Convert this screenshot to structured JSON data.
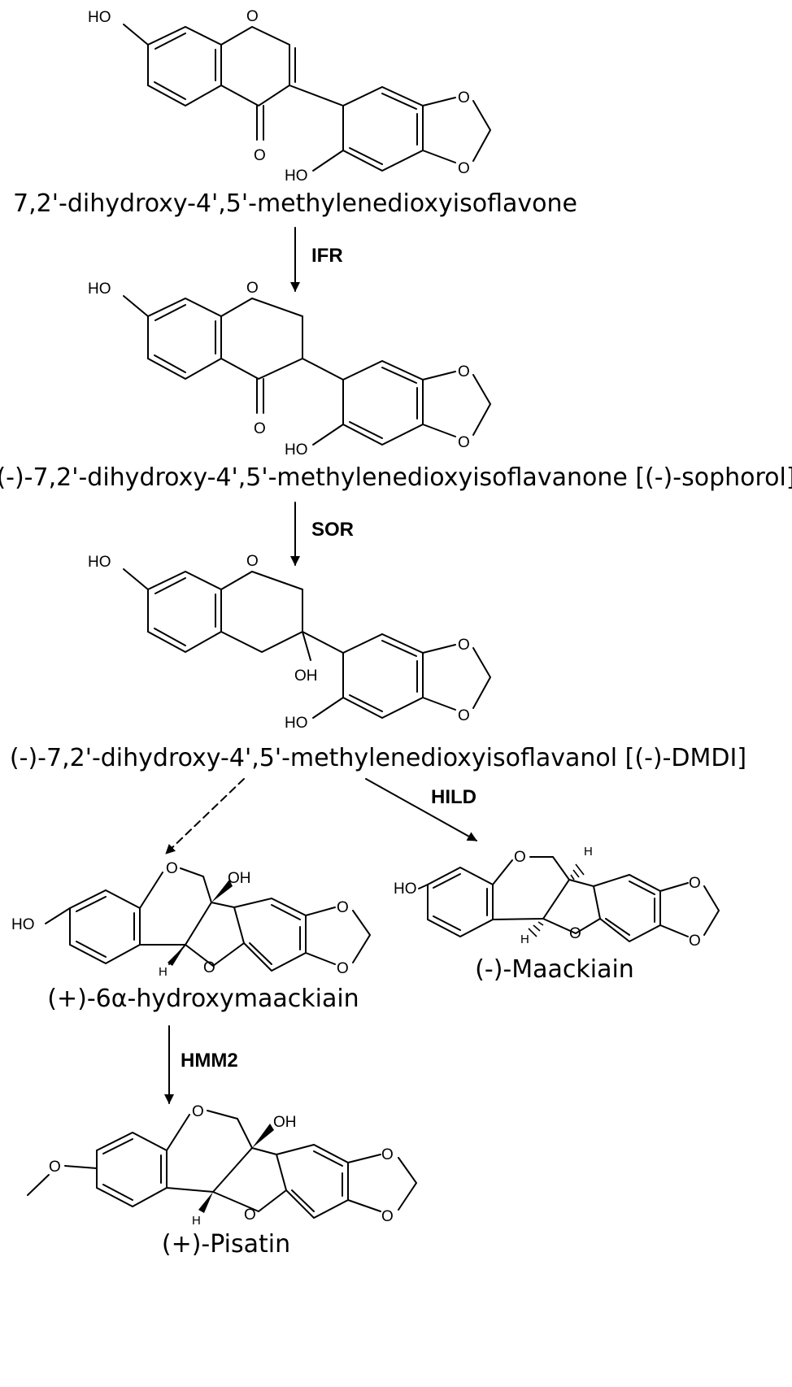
{
  "compounds": [
    {
      "name": "7,2'-dihydroxy-4',5'-methylenedioxyisoflavone"
    },
    {
      "name": "(-)-7,2'-dihydroxy-4',5'-methylenedioxyisoflavanone [(-)-sophorol]"
    },
    {
      "name": "(-)-7,2'-dihydroxy-4',5'-methylenedioxyisoflavanol [(-)-DMDI]"
    },
    {
      "name": "(+)-6α-hydroxymaackiain"
    },
    {
      "name": "(-)-Maackiain"
    },
    {
      "name": "(+)-Pisatin"
    }
  ],
  "enzymes": [
    {
      "label": "IFR"
    },
    {
      "label": "SOR"
    },
    {
      "label": "HILD"
    },
    {
      "label": "HMM2"
    }
  ],
  "atoms": {
    "ho": "HO",
    "oh": "OH",
    "o": "O",
    "h": "H"
  }
}
